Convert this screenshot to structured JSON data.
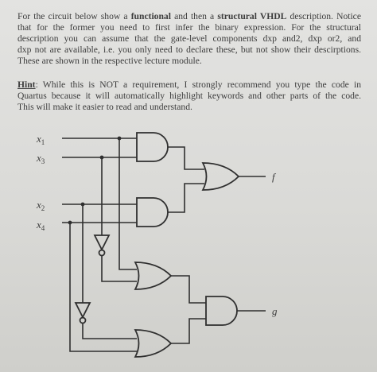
{
  "paragraph1": {
    "line1": {
      "before": "For the circuit below show a ",
      "bold1": "functional",
      "mid": " and then a ",
      "bold2": "structural VHDL",
      "after": " description. Notice"
    },
    "line2": "that for the former you need to first infer the binary expression. For the structural",
    "line3": "description you can assume that the gate-level components dxp and2, dxp or2, and",
    "line4": "dxp not are available, i.e. you only need to declare these, but not show their descirptions.",
    "line5": "These are shown in the respective lecture module."
  },
  "paragraph2": {
    "hint_label": "Hint",
    "line1_rest": ": While this is NOT a requirement, I strongly recommend you type the code in",
    "line2": "Quartus because it will automatically highlight keywords and other parts of the code.",
    "line3": "This will make it easier to read and understand."
  },
  "circuit": {
    "inputs": [
      {
        "var": "x",
        "sub": "1"
      },
      {
        "var": "x",
        "sub": "3"
      },
      {
        "var": "x",
        "sub": "2"
      },
      {
        "var": "x",
        "sub": "4"
      }
    ],
    "outputs": [
      "f",
      "g"
    ]
  }
}
